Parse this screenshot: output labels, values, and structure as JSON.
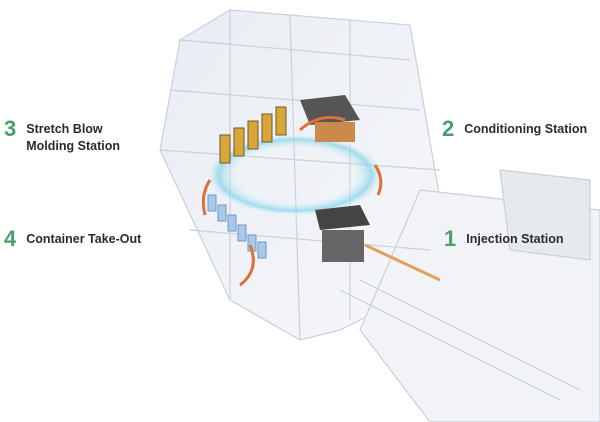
{
  "stations": [
    {
      "number": "1",
      "name": "Injection Station"
    },
    {
      "number": "2",
      "name": "Conditioning Station"
    },
    {
      "number": "3",
      "name": "Stretch Blow Molding Station"
    },
    {
      "number": "4",
      "name": "Container Take-Out"
    }
  ],
  "colors": {
    "accent_green": "#4aa06a",
    "arrow_orange": "#e0703a",
    "text": "#2f2a26"
  }
}
